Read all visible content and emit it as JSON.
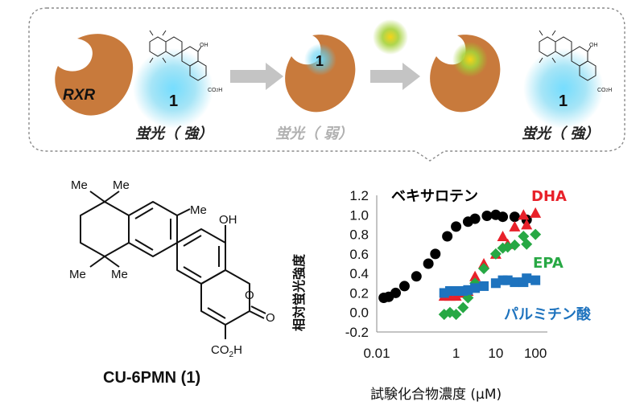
{
  "scheme": {
    "receptor_label": "RXR",
    "probe_number": "1",
    "fluor_strong_1": "蛍光（ 強）",
    "fluor_weak": "蛍光（ 弱）",
    "fluor_strong_2": "蛍光（ 強）",
    "colors": {
      "receptor": "#c87a3c",
      "glow": "#5fd0f0",
      "ligand_glow": "#9ccd2a",
      "arrow": "#bdbdbd",
      "weak_text": "#b0b0b0"
    }
  },
  "structure": {
    "compound_label": "CU-6PMN (1)",
    "substituents": {
      "me": "Me",
      "oh": "OH",
      "o": "O",
      "co2h": "CO",
      "co2h_sub": "2",
      "co2h_tail": "H"
    }
  },
  "chart_data": {
    "type": "scatter",
    "title": "",
    "xlabel": "試験化合物濃度 (μM)",
    "ylabel": "相対蛍光強度",
    "xscale": "log",
    "xlim": [
      0.01,
      200
    ],
    "ylim": [
      -0.2,
      1.2
    ],
    "y_ticks": [
      "1.2",
      "1.0",
      "0.8",
      "0.6",
      "0.4",
      "0.2",
      "0.0",
      "-0.2"
    ],
    "x_ticks": [
      "0.01",
      "1",
      "10",
      "100"
    ],
    "series": [
      {
        "name": "ベキサロテン",
        "color": "#000000",
        "marker": "circle",
        "points": [
          [
            0.015,
            0.15
          ],
          [
            0.02,
            0.16
          ],
          [
            0.03,
            0.2
          ],
          [
            0.05,
            0.27
          ],
          [
            0.1,
            0.37
          ],
          [
            0.2,
            0.5
          ],
          [
            0.3,
            0.6
          ],
          [
            0.6,
            0.78
          ],
          [
            1,
            0.88
          ],
          [
            2,
            0.93
          ],
          [
            3,
            0.96
          ],
          [
            6,
            0.99
          ],
          [
            10,
            1.0
          ],
          [
            15,
            0.98
          ],
          [
            30,
            0.98
          ],
          [
            60,
            0.95
          ]
        ]
      },
      {
        "name": "DHA",
        "color": "#e8212a",
        "marker": "triangle",
        "points": [
          [
            0.5,
            0.17
          ],
          [
            0.7,
            0.17
          ],
          [
            1,
            0.17
          ],
          [
            1.5,
            0.2
          ],
          [
            2,
            0.22
          ],
          [
            3,
            0.37
          ],
          [
            5,
            0.5
          ],
          [
            10,
            0.6
          ],
          [
            15,
            0.78
          ],
          [
            20,
            0.7
          ],
          [
            30,
            0.88
          ],
          [
            50,
            1.0
          ],
          [
            60,
            0.9
          ],
          [
            100,
            1.02
          ]
        ]
      },
      {
        "name": "EPA",
        "color": "#27a844",
        "marker": "diamond",
        "points": [
          [
            0.5,
            -0.02
          ],
          [
            0.7,
            0.0
          ],
          [
            1,
            -0.02
          ],
          [
            1.5,
            0.05
          ],
          [
            2,
            0.15
          ],
          [
            3,
            0.3
          ],
          [
            5,
            0.45
          ],
          [
            10,
            0.6
          ],
          [
            15,
            0.66
          ],
          [
            20,
            0.67
          ],
          [
            30,
            0.69
          ],
          [
            50,
            0.78
          ],
          [
            60,
            0.7
          ],
          [
            100,
            0.8
          ]
        ]
      },
      {
        "name": "パルミチン酸",
        "color": "#1e73be",
        "marker": "square",
        "points": [
          [
            0.5,
            0.2
          ],
          [
            0.7,
            0.22
          ],
          [
            1,
            0.22
          ],
          [
            1.5,
            0.22
          ],
          [
            2,
            0.23
          ],
          [
            3,
            0.25
          ],
          [
            5,
            0.27
          ],
          [
            10,
            0.3
          ],
          [
            15,
            0.33
          ],
          [
            20,
            0.33
          ],
          [
            30,
            0.31
          ],
          [
            50,
            0.31
          ],
          [
            60,
            0.35
          ],
          [
            100,
            0.33
          ]
        ]
      }
    ]
  }
}
